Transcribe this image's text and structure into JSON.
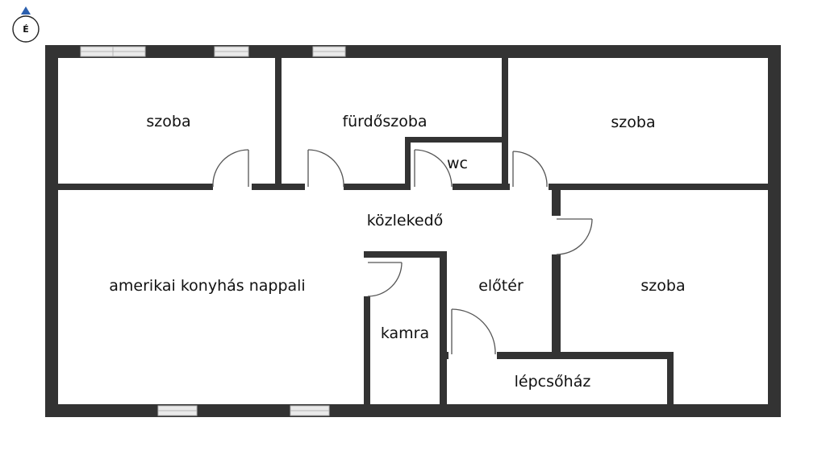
{
  "compass": {
    "letter": "É",
    "icon": "north-arrow-icon"
  },
  "colors": {
    "wall": "#333333",
    "background": "#ffffff",
    "window": "#e6e6e6",
    "door_arc": "#555555",
    "compass_accent": "#2b5fae"
  },
  "rooms": {
    "szoba_top_left": "szoba",
    "furdoszoba": "fürdőszoba",
    "wc": "wc",
    "szoba_top_right": "szoba",
    "kozlekedo": "közlekedő",
    "nappali": "amerikai konyhás nappali",
    "eloter": "előtér",
    "szoba_right": "szoba",
    "kamra": "kamra",
    "lepcsohaz": "lépcsőház"
  }
}
